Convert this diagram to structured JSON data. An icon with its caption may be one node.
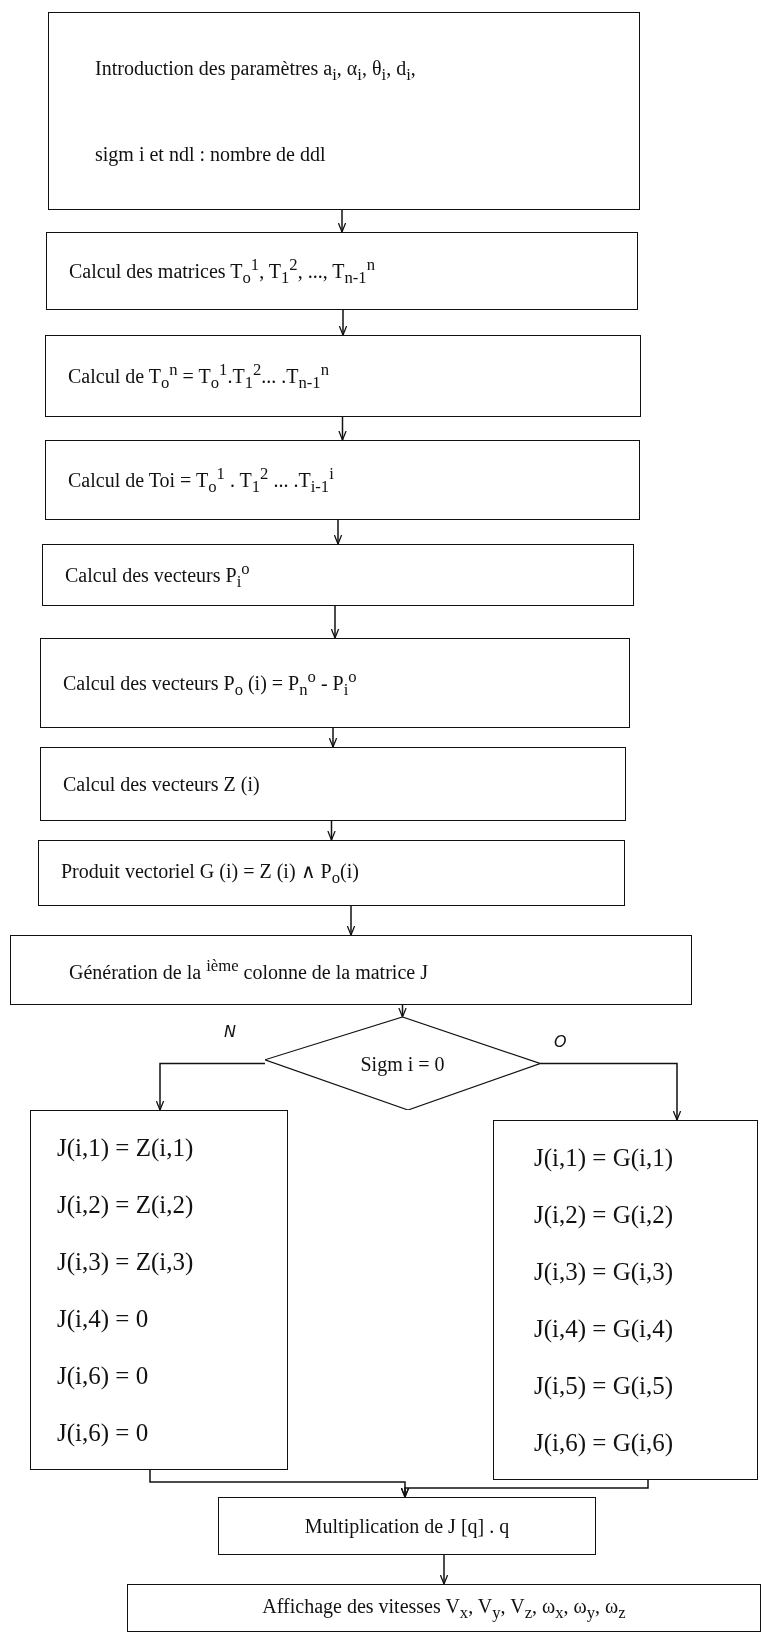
{
  "diagram": {
    "nodes": [
      {
        "text": [
          "Introduction des paramètres a$_{i}$, α$_{i}$, θ$_{i}$, d$_{i}$,",
          "sigm i et ndl : nombre de ddl"
        ]
      },
      {
        "text": [
          "Calcul des matrices T$_{o}$$^{1}$, T$_{1}$$^{2}$, ..., T$_{n-1}$$^{n}$"
        ]
      },
      {
        "text": [
          "Calcul de T$_{o}$$^{n}$ = T$_{o}$$^{1}$.T$_{1}$$^{2}$... .T$_{n-1}$$^{n}$"
        ]
      },
      {
        "text": [
          "Calcul de Toi = T$_{o}$$^{1}$ . T$_{1}$$^{2}$ ... .T$_{i-1}$$^{i}$"
        ]
      },
      {
        "text": [
          "Calcul des vecteurs P$_{i}$$^{o}$"
        ]
      },
      {
        "text": [
          "Calcul des vecteurs P$_{o}$ (i) = P$_{n}$$^{o}$ - P$_{i}$$^{o}$"
        ]
      },
      {
        "text": [
          "Calcul des vecteurs Z (i)"
        ]
      },
      {
        "text": [
          "Produit vectoriel G (i) = Z (i) ∧ P$_{o}$(i)"
        ]
      },
      {
        "text": [
          "Génération de la $^{ième}$ colonne de la matrice J"
        ]
      },
      {
        "text": [
          "Sigm i = 0"
        ]
      },
      {
        "text": [
          "J(i,1) = Z(i,1)",
          "J(i,2) = Z(i,2)",
          "J(i,3) = Z(i,3)",
          "J(i,4) = 0",
          "J(i,6) = 0",
          "J(i,6) = 0"
        ]
      },
      {
        "text": [
          "J(i,1) = G(i,1)",
          "J(i,2) = G(i,2)",
          "J(i,3) = G(i,3)",
          "J(i,4) = G(i,4)",
          "J(i,5) = G(i,5)",
          "J(i,6) = G(i,6)"
        ]
      },
      {
        "text": [
          "Multiplication de J [q] . q"
        ]
      },
      {
        "text": [
          "Affichage des vitesses V$_{x}$, V$_{y}$, V$_{z}$, ω$_{x}$, ω$_{y}$, ω$_{z}$"
        ]
      }
    ],
    "edges": [
      {
        "from": 0,
        "to": 1,
        "arrow": "to"
      },
      {
        "from": 1,
        "to": 2,
        "arrow": "to"
      },
      {
        "from": 2,
        "to": 3,
        "arrow": "to"
      },
      {
        "from": 3,
        "to": 4,
        "arrow": "to"
      },
      {
        "from": 4,
        "to": 5,
        "arrow": "to"
      },
      {
        "from": 5,
        "to": 6,
        "arrow": "to"
      },
      {
        "from": 6,
        "to": 7,
        "arrow": "to"
      },
      {
        "from": 7,
        "to": 8,
        "arrow": "to"
      },
      {
        "from": 8,
        "to": 9,
        "arrow": "to"
      },
      {
        "from": 9,
        "to": 10,
        "arrow": "to",
        "label": "N"
      },
      {
        "from": 9,
        "to": 11,
        "arrow": "to",
        "label": "O"
      },
      {
        "from": 10,
        "to": 12,
        "arrow": "to"
      },
      {
        "from": 11,
        "to": 12,
        "arrow": "to"
      },
      {
        "from": 12,
        "to": 13,
        "arrow": "to"
      }
    ]
  }
}
